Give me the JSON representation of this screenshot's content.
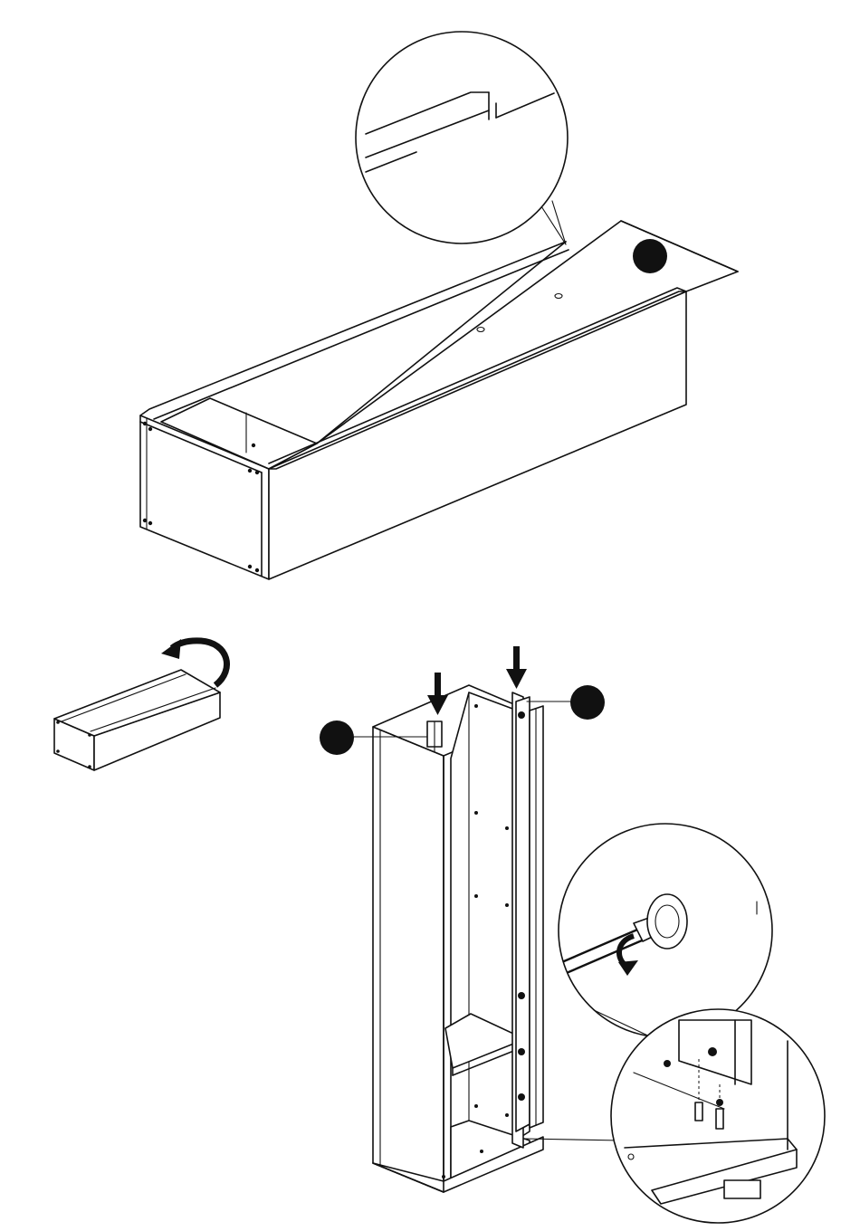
{
  "diagram": {
    "steps": [
      {
        "id": "step-insert-back-panel",
        "callouts": 1,
        "detail_views": 1
      },
      {
        "id": "step-turn-over",
        "arrows": 1
      },
      {
        "id": "step-insert-rails",
        "callouts": 2,
        "detail_views": 2,
        "arrows": 2
      }
    ],
    "colors": {
      "line": "#111111",
      "fill": "#ffffff",
      "callout": "#000000"
    },
    "icons": [
      "rotate-arrow-icon",
      "down-arrow-icon",
      "screwdriver-icon",
      "cam-lock-icon",
      "dowel-icon"
    ]
  }
}
